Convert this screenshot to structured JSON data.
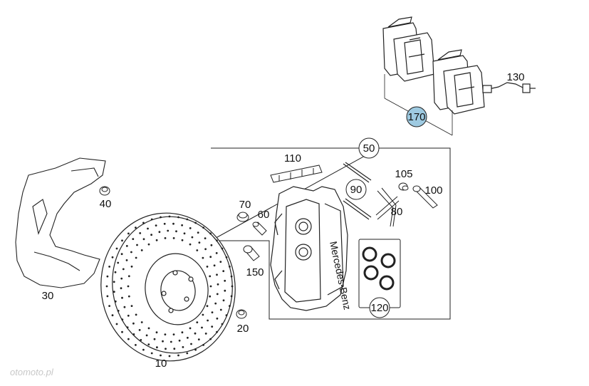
{
  "diagram": {
    "callouts": {
      "p10": "10",
      "p20": "20",
      "p30": "30",
      "p40": "40",
      "p50": "50",
      "p60": "60",
      "p70": "70",
      "p80": "80",
      "p90": "90",
      "p100": "100",
      "p105": "105",
      "p110": "110",
      "p120": "120",
      "p130": "130",
      "p150": "150",
      "p170": "170"
    },
    "caliper_brand": "Mercedes-Benz",
    "highlight_color": "#9ecae1",
    "watermark": "otomoto.pl"
  }
}
